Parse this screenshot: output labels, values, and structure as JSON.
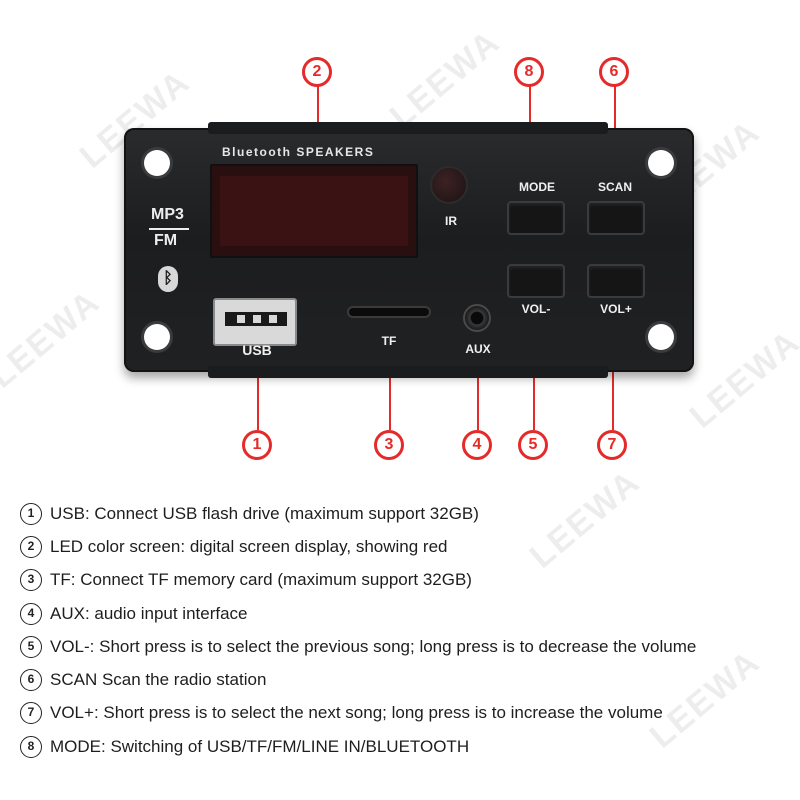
{
  "watermark": "LEEWA",
  "board": {
    "brand_label": "Bluetooth SPEAKERS",
    "mp3_label": "MP3",
    "fm_label": "FM",
    "bluetooth_logo": "bluetooth-icon",
    "ir_label": "IR",
    "mode_label": "MODE",
    "scan_label": "SCAN",
    "vol_minus_label": "VOL-",
    "vol_plus_label": "VOL+",
    "usb_label": "USB",
    "tf_label": "TF",
    "aux_label": "AUX"
  },
  "callouts": {
    "c1": "1",
    "c2": "2",
    "c3": "3",
    "c4": "4",
    "c5": "5",
    "c6": "6",
    "c7": "7",
    "c8": "8"
  },
  "descriptions": [
    {
      "num": "1",
      "text": "USB: Connect USB flash drive (maximum support 32GB)"
    },
    {
      "num": "2",
      "text": "LED color screen: digital screen display, showing red"
    },
    {
      "num": "3",
      "text": "TF: Connect TF memory card (maximum support 32GB)"
    },
    {
      "num": "4",
      "text": "AUX: audio input interface"
    },
    {
      "num": "5",
      "text": "VOL-: Short press is to select the previous song; long press is to decrease the volume"
    },
    {
      "num": "6",
      "text": "SCAN Scan the radio station"
    },
    {
      "num": "7",
      "text": "VOL+: Short press is to select the next song; long press is to increase the volume"
    },
    {
      "num": "8",
      "text": "MODE: Switching of USB/TF/FM/LINE IN/BLUETOOTH"
    }
  ],
  "colors": {
    "callout": "#e52a2a",
    "board": "#1f2022",
    "screen": "#3a1214"
  }
}
